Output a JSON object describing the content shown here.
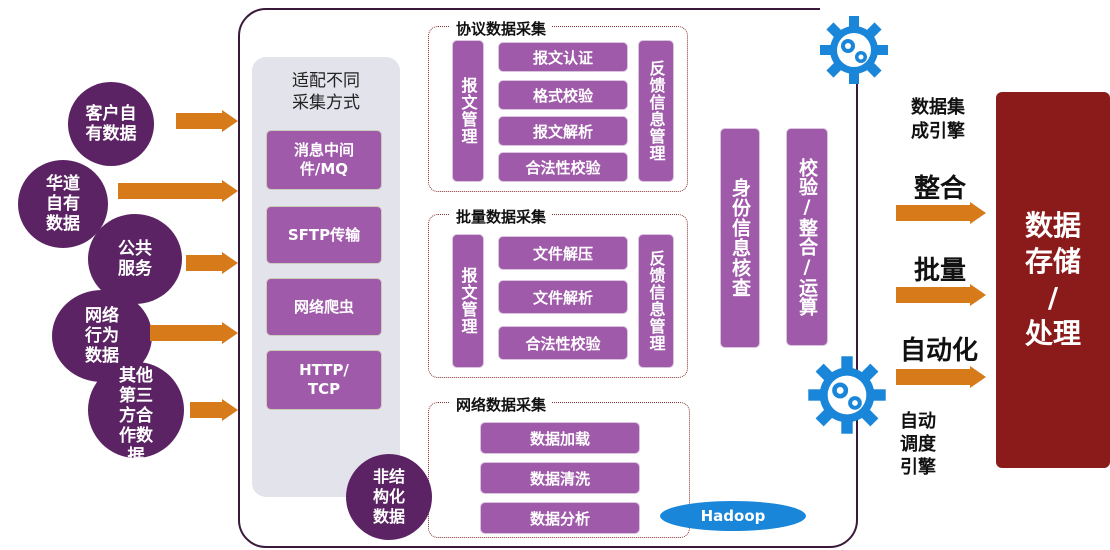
{
  "sources": [
    {
      "label": "客户自\n有数据"
    },
    {
      "label": "华道\n自有\n数据"
    },
    {
      "label": "公共\n服务"
    },
    {
      "label": "网络\n行为\n数据"
    },
    {
      "label": "其他\n第三\n方合\n作数\n据"
    }
  ],
  "adapter": {
    "title": "适配不同\n采集方式",
    "methods": [
      "消息中间\n件/MQ",
      "SFTP传输",
      "网络爬虫",
      "HTTP/\nTCP"
    ]
  },
  "protocol_group": {
    "title": "协议数据采集",
    "left": "报文管理",
    "items": [
      "报文认证",
      "格式校验",
      "报文解析",
      "合法性校验"
    ],
    "right": "反馈信息管理"
  },
  "batch_group": {
    "title": "批量数据采集",
    "left": "报文管理",
    "items": [
      "文件解压",
      "文件解析",
      "合法性校验"
    ],
    "right": "反馈信息管理"
  },
  "network_group": {
    "title": "网络数据采集",
    "items": [
      "数据加载",
      "数据清洗",
      "数据分析"
    ],
    "hadoop": "Hadoop"
  },
  "unstructured": "非结\n构化\n数据",
  "identity_check": "身份信息核查",
  "validate_merge": "校验/整合/运算",
  "engine_top": "数据集\n成引擎",
  "engine_bottom": "自动\n调度\n引擎",
  "flows": [
    "整合",
    "批量",
    "自动化"
  ],
  "target": "数据\n存储\n/\n处理",
  "colors": {
    "purple_dark": "#5b2363",
    "purple": "#a05aaa",
    "orange": "#d77a1a",
    "maroon": "#8b1a1a",
    "blue": "#1a86d9"
  },
  "icons": [
    "gear-icon",
    "gear-icon"
  ]
}
